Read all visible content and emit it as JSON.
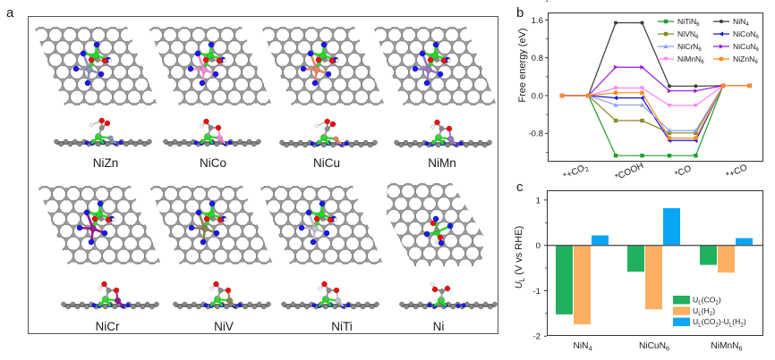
{
  "panel_labels": {
    "a": "a",
    "b": "b",
    "c": "c"
  },
  "panel_a": {
    "structures": [
      {
        "label": "NiZn",
        "metal": "Zn",
        "metal_color": "#8c96b8",
        "motif": "top"
      },
      {
        "label": "NiCo",
        "metal": "Co",
        "metal_color": "#f08ccc",
        "motif": "bridge"
      },
      {
        "label": "NiCu",
        "metal": "Cu",
        "metal_color": "#e8866a",
        "motif": "top"
      },
      {
        "label": "NiMn",
        "metal": "Mn",
        "metal_color": "#9c7ac0",
        "motif": "bridge"
      },
      {
        "label": "NiCr",
        "metal": "Cr",
        "metal_color": "#9a1a8a",
        "motif": "bridge"
      },
      {
        "label": "NiV",
        "metal": "V",
        "metal_color": "#8c8456",
        "motif": "bridge"
      },
      {
        "label": "NiTi",
        "metal": "Ti",
        "metal_color": "#c0c0c8",
        "motif": "bridge"
      },
      {
        "label": "Ni",
        "metal": null,
        "metal_color": null,
        "motif": "single"
      }
    ],
    "atom_colors": {
      "C": "#8d8d8d",
      "N": "#1a1aee",
      "Ni": "#22dd22",
      "O": "#ee1010",
      "H": "#f2f2f2"
    }
  },
  "chart_data": [
    {
      "panel": "b",
      "type": "line",
      "title": "",
      "xlabel": "",
      "ylabel": "Free energy (eV)",
      "categories": [
        "*+CO_{2}",
        "*COOH",
        "*CO",
        "*+CO"
      ],
      "yticks": [
        1.6,
        0.8,
        0.0,
        -0.8
      ],
      "ytick_labels": [
        "1.6",
        "0.8",
        "0.0",
        "-0.8"
      ],
      "ylim": [
        -1.4,
        1.76
      ],
      "grid": false,
      "legend_position": "upper right, 2 columns",
      "series": [
        {
          "name": "NiTiN_{6}",
          "color": "#1e9e2a",
          "marker": "square",
          "values": [
            0.0,
            -1.27,
            -1.27,
            0.21
          ]
        },
        {
          "name": "NiN_{4}",
          "color": "#3a3a3a",
          "marker": "diamond",
          "values": [
            0.0,
            1.54,
            0.2,
            0.21
          ]
        },
        {
          "name": "NiVN_{6}",
          "color": "#8a8a1e",
          "marker": "square",
          "values": [
            0.0,
            -0.53,
            -0.79,
            0.21
          ]
        },
        {
          "name": "NiCoN_{6}",
          "color": "#1515ee",
          "marker": "tri-left",
          "values": [
            0.0,
            -0.05,
            -0.95,
            0.21
          ]
        },
        {
          "name": "NiCrN_{6}",
          "color": "#8c9cff",
          "marker": "tri-up",
          "values": [
            0.0,
            -0.2,
            -0.74,
            0.21
          ]
        },
        {
          "name": "NiCuN_{6}",
          "color": "#9a18e0",
          "marker": "tri-right",
          "values": [
            0.0,
            0.6,
            0.1,
            0.21
          ]
        },
        {
          "name": "NiMnN_{6}",
          "color": "#ff80ff",
          "marker": "tri-down",
          "values": [
            0.0,
            0.16,
            -0.21,
            0.21
          ]
        },
        {
          "name": "NiZnN_{6}",
          "color": "#ff8c1a",
          "marker": "square",
          "values": [
            0.0,
            0.06,
            -0.9,
            0.21
          ]
        }
      ],
      "legend_order": [
        [
          0,
          2,
          4,
          6
        ],
        [
          1,
          3,
          5,
          7
        ]
      ]
    },
    {
      "panel": "c",
      "type": "bar",
      "title": "",
      "xlabel": "",
      "ylabel": "U_{L} (V vs RHE)",
      "categories": [
        "NiN_{4}",
        "NiCuN_{6}",
        "NiMnN_{6}"
      ],
      "yticks": [
        1,
        0,
        -1,
        -2
      ],
      "ytick_labels": [
        "1",
        "0",
        "-1",
        "-2"
      ],
      "ylim": [
        -2.0,
        1.21
      ],
      "grid": false,
      "legend_position": "lower right",
      "series": [
        {
          "name": "U_{L}(CO_{2})",
          "color": "#21b05e",
          "values": [
            -1.52,
            -0.58,
            -0.43
          ]
        },
        {
          "name": "U_{L}(H_{2})",
          "color": "#fdb062",
          "values": [
            -1.74,
            -1.41,
            -0.6
          ]
        },
        {
          "name": "U_{L}(CO_{2})-U_{L}(H_{2})",
          "color": "#0aa6f6",
          "values": [
            0.22,
            0.82,
            0.16
          ]
        }
      ]
    }
  ]
}
